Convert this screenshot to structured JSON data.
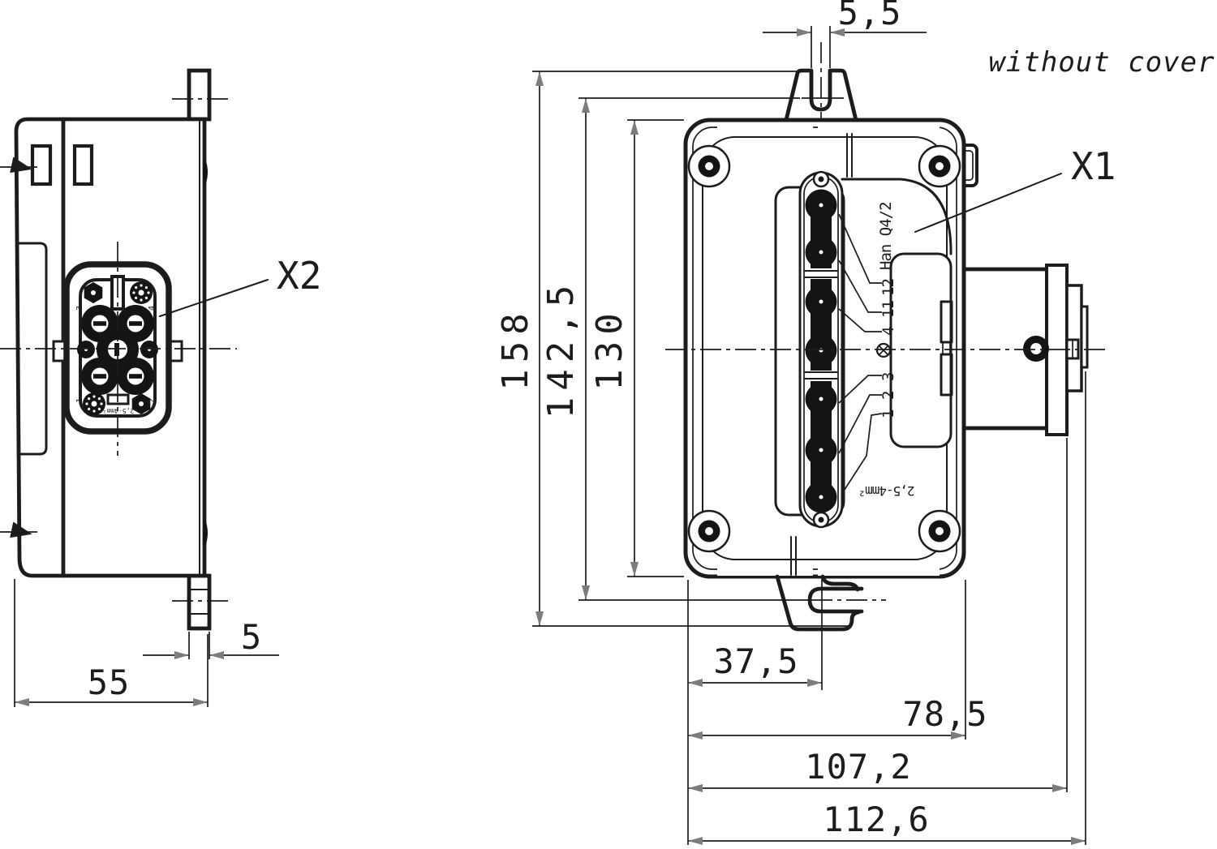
{
  "note": "without cover",
  "labels": {
    "x1": "X1",
    "x2": "X2"
  },
  "connector": {
    "type_marking": "Han Q4/2",
    "wire_range_marking": "2,5-4mm²",
    "terminal_numbers": [
      "12",
      "11",
      "4",
      "3",
      "2",
      "1"
    ],
    "face_pin_numbers": [
      "3",
      "4",
      "1",
      "2"
    ],
    "face_marking": "2,5-4mm²"
  },
  "dimensions_mm": {
    "slot_width": "5,5",
    "overall_height": "158",
    "mounting_spacing": "142,5",
    "housing_height": "130",
    "slot_center_offset": "37,5",
    "housing_width": "78,5",
    "depth_to_flange": "107,2",
    "overall_depth": "112,6",
    "side_view_width": "55",
    "foot_width": "5"
  }
}
